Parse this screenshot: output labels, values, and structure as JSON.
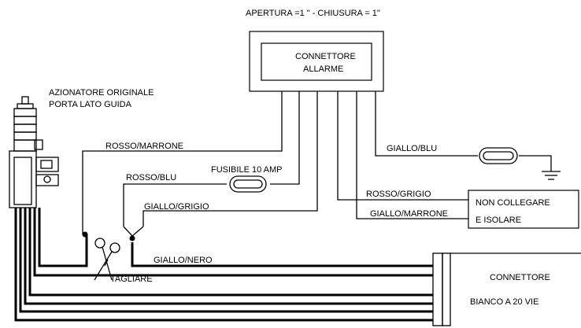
{
  "header": {
    "spec": "APERTURA =1 \" - CHIUSURA = 1\""
  },
  "alarm_connector": {
    "line1": "CONNETTORE",
    "line2": "ALLARME"
  },
  "actuator": {
    "line1": "AZIONATORE ORIGINALE",
    "line2": "PORTA LATO GUIDA"
  },
  "wires": {
    "rosso_marrone": "ROSSO/MARRONE",
    "rosso_blu": "ROSSO/BLU",
    "giallo_grigio": "GIALLO/GRIGIO",
    "giallo_nero": "GIALLO/NERO",
    "giallo_blu": "GIALLO/BLU",
    "rosso_grigio": "ROSSO/GRIGIO",
    "giallo_marrone": "GIALLO/MARRONE"
  },
  "fuse": {
    "label": "FUSIBILE 10 AMP"
  },
  "cut": {
    "label": "TAGLIARE"
  },
  "no_connect": {
    "line1": "NON COLLEGARE",
    "line2": "E ISOLARE"
  },
  "connector_20": {
    "line1": "CONNETTORE",
    "line2": "BIANCO A 20 VIE"
  }
}
